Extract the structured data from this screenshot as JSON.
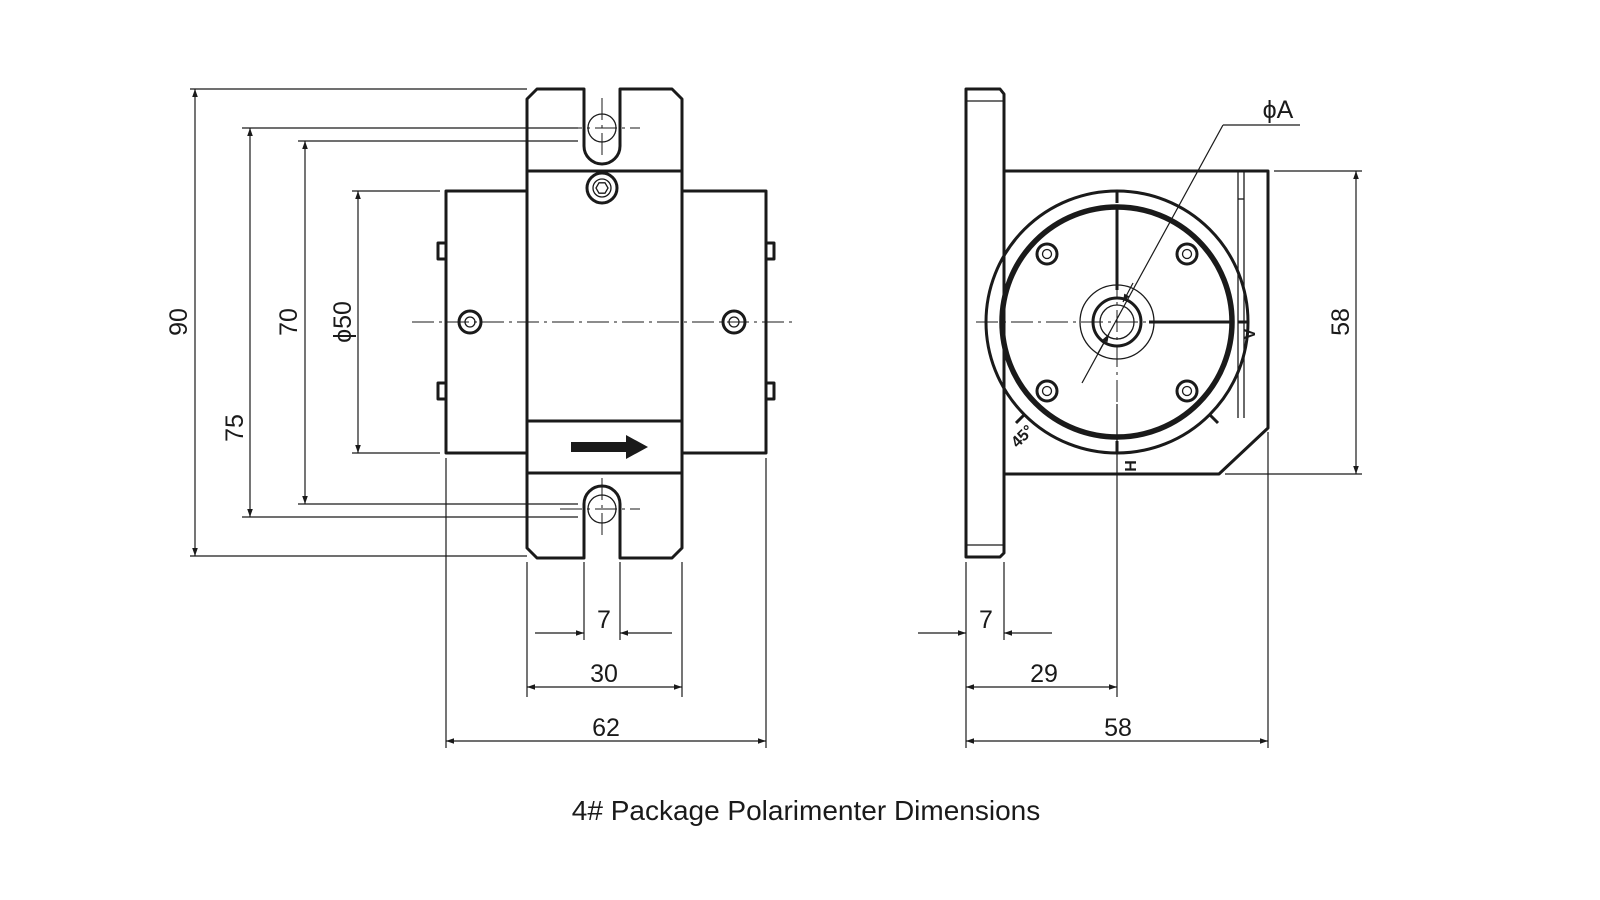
{
  "caption": "4# Package Polarimenter Dimensions",
  "front_view": {
    "dims": {
      "height_overall": "90",
      "slot_pitch": "75",
      "mount_pitch": "70",
      "body_diameter": "ϕ50",
      "slot_width": "7",
      "flange_width": "30",
      "body_width": "62"
    }
  },
  "side_view": {
    "dims": {
      "aperture": "ϕA",
      "height": "58",
      "flange_thickness": "7",
      "axis_offset": "29",
      "width": "58"
    },
    "marks": {
      "vertical": "V",
      "horizontal": "H",
      "diagonal": "45°"
    }
  }
}
